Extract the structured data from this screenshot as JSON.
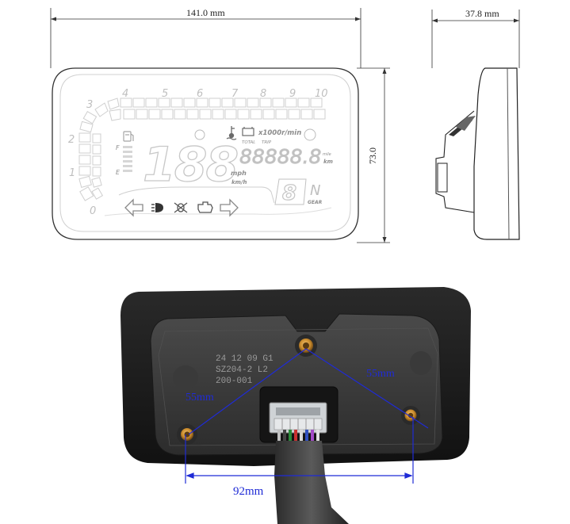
{
  "front_view": {
    "width_dim": "141.0 mm",
    "height_dim": "73.0",
    "tach_numbers": [
      "0",
      "1",
      "2",
      "3",
      "4",
      "5",
      "6",
      "7",
      "8",
      "9",
      "10"
    ],
    "fuel_full": "F",
    "fuel_empty": "E",
    "speed_digits": "188",
    "odo_digits": "88888.8",
    "total_label": "TOTAL",
    "trip_label": "TRIP",
    "rpm_unit": "x1000r/min",
    "mile_unit": "mile",
    "km_unit": "km",
    "mph_unit": "mph",
    "kmh_unit": "km/h",
    "gear_digit": "8",
    "neutral_letter": "N",
    "gear_label": "GEAR",
    "icons": [
      "fuel-pump-icon",
      "temperature-icon",
      "battery-icon",
      "left-arrow-icon",
      "headlight-icon",
      "high-beam-icon",
      "engine-icon",
      "right-arrow-icon"
    ]
  },
  "side_view": {
    "depth_dim": "37.8 mm"
  },
  "rear_view": {
    "print_line_1": "24 12 09 G1",
    "print_line_2": "SZ204-2 L2",
    "print_line_3": "200-001",
    "left_dim": "55mm",
    "right_dim": "55mm",
    "bottom_dim": "92mm",
    "accent_color": "#1f2bd6"
  }
}
